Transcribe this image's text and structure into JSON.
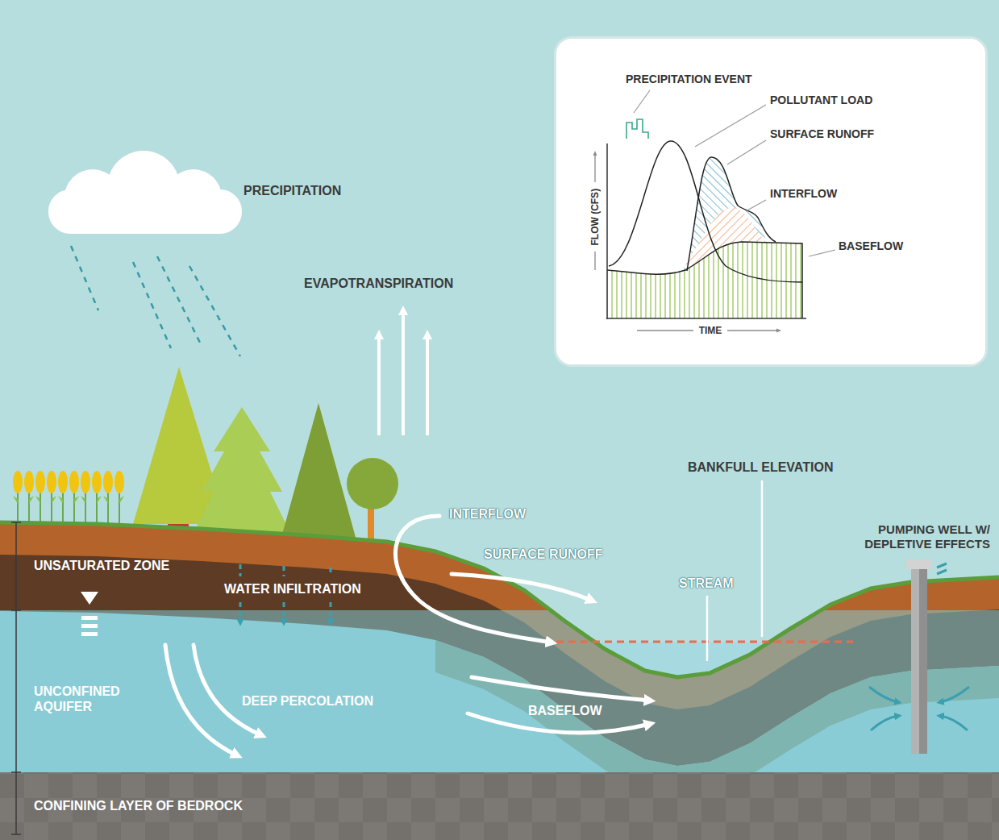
{
  "diagram": {
    "nodes": [
      {
        "text": [
          "PRECIPITATION EVENT",
          "POLLUTANT LOAD",
          "SURFACE RUNOFF",
          "INTERFLOW",
          "BASEFLOW",
          "FLOW (CFS)",
          "TIME"
        ]
      }
    ],
    "labels": [
      "PRECIPITATION",
      "EVAPOTRANSPIRATION",
      "BANKFULL ELEVATION",
      "INTERFLOW",
      "PUMPING WELL W/ DEPLETIVE EFFECTS",
      "SURFACE RUNOFF",
      "UNSATURATED ZONE",
      "WATER INFILTRATION",
      "STREAM",
      "UNCONFINED AQUIFER",
      "DEEP PERCOLATION",
      "BASEFLOW",
      "CONFINING LAYER OF BEDROCK"
    ]
  }
}
